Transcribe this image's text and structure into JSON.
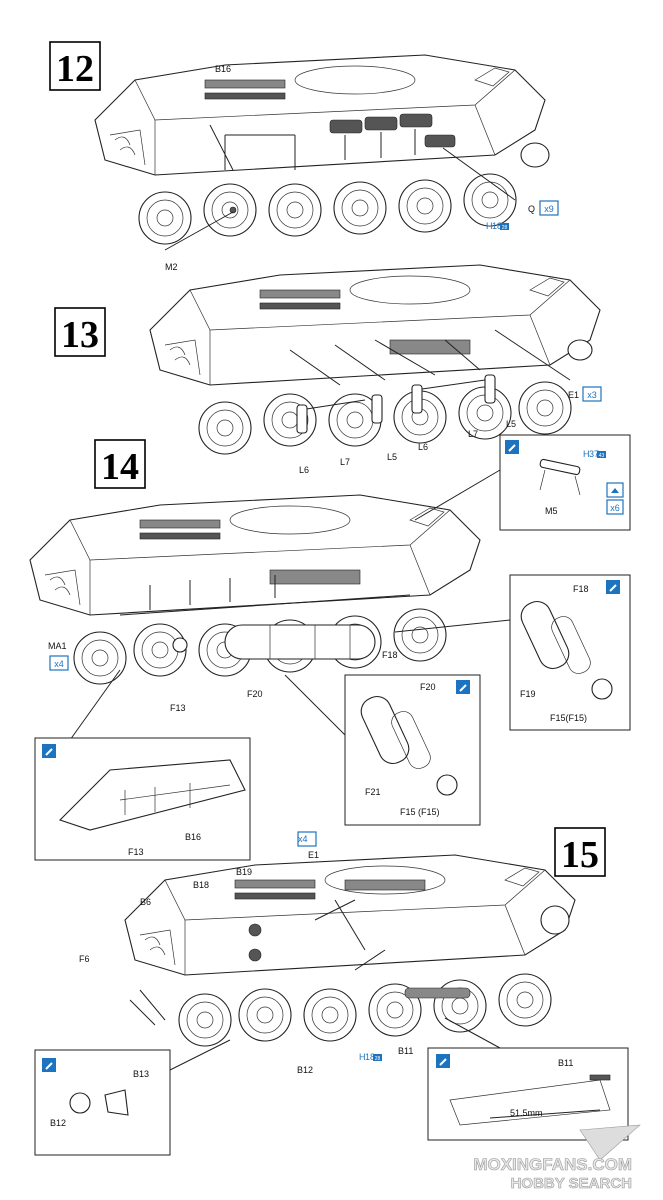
{
  "steps": {
    "s12": {
      "number": "12",
      "parts": {
        "b16": "B16",
        "m2": "M2",
        "q": "Q"
      },
      "qty": {
        "q": "x9"
      },
      "runner": {
        "h": "H",
        "n18": "18",
        "sq": "28"
      }
    },
    "s13": {
      "number": "13",
      "parts": {
        "e1": "E1",
        "l6a": "L6",
        "l7a": "L7",
        "l5a": "L5",
        "l6b": "L6",
        "l7b": "L7",
        "l5b": "L5"
      },
      "qty": {
        "e1": "x3"
      }
    },
    "s14": {
      "number": "14",
      "parts": {
        "ma1": "MA1",
        "f13": "F13",
        "f20": "F20",
        "f18": "F18",
        "m5": "M5"
      },
      "qty": {
        "ma1": "x4",
        "m5": "x6"
      },
      "runner": {
        "h": "H",
        "n37": "37",
        "sq": "43"
      },
      "detail_f": {
        "f18": "F18",
        "f19": "F19",
        "f15": "F15(F15)"
      },
      "detail_f2": {
        "f20": "F20",
        "f21": "F21",
        "f15": "F15 (F15)"
      },
      "detail_b": {
        "f13": "F13",
        "b16": "B16"
      }
    },
    "s15": {
      "number": "15",
      "parts": {
        "e1": "E1",
        "b6": "B6",
        "b18": "B18",
        "b19": "B19",
        "f6": "F6",
        "b12": "B12",
        "b11": "B11"
      },
      "qty": {
        "e1": "x4"
      },
      "runner": {
        "h": "H",
        "n18": "18",
        "sq": "28"
      },
      "detail_b": {
        "b13": "B13",
        "b12": "B12"
      },
      "detail_b11": {
        "b11": "B11",
        "dim": "51.5mm"
      }
    }
  },
  "watermark": {
    "top": "MOXINGFANS.COM",
    "bottom": "HOBBY SEARCH"
  },
  "colors": {
    "accent": "#1e73be",
    "ink": "#111111"
  }
}
